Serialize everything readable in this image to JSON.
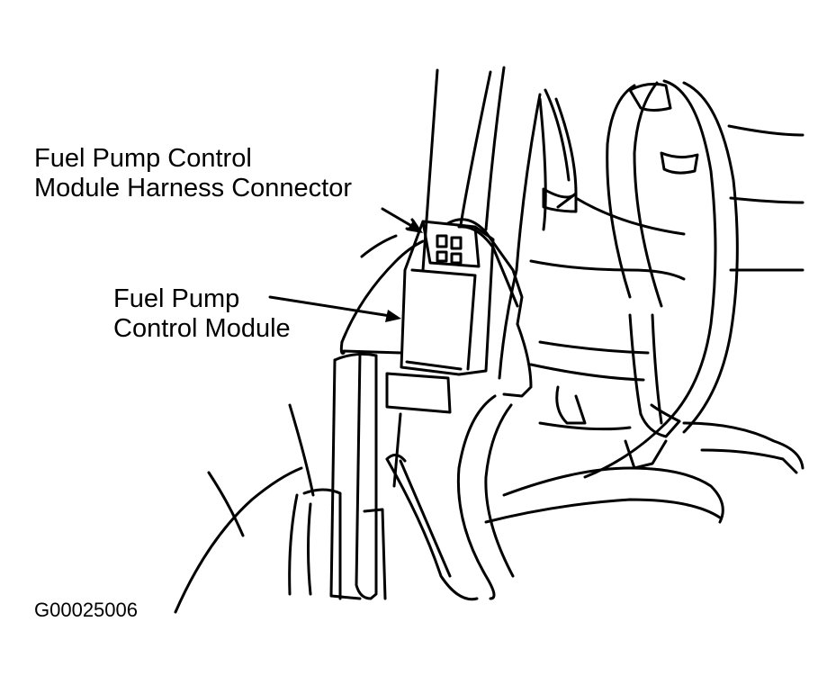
{
  "labels": {
    "connector_line1": "Fuel Pump Control",
    "connector_line2": "Module Harness Connector",
    "module_line1": "Fuel Pump",
    "module_line2": "Control Module",
    "figure_id": "G00025006"
  },
  "colors": {
    "ink": "#000000",
    "background": "#ffffff"
  }
}
